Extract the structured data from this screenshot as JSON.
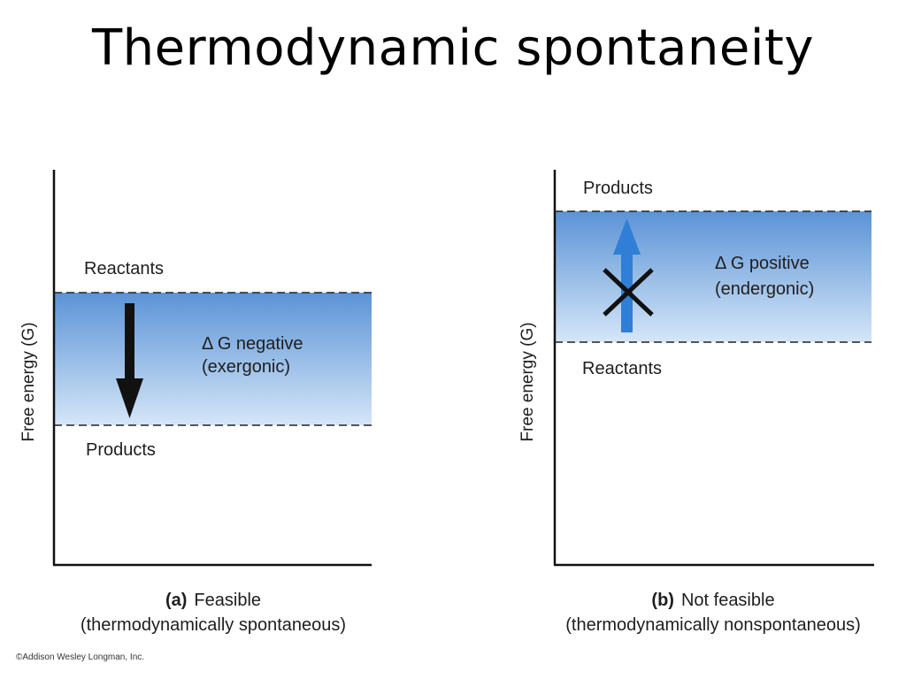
{
  "title": "Thermodynamic spontaneity",
  "colors": {
    "band_top": "#5b93d6",
    "band_bottom": "#d5e6f7",
    "arrow_feasible": "#111111",
    "arrow_not_feasible": "#2f7fd6",
    "cross": "#111111"
  },
  "panel_a": {
    "y_axis_label": "Free energy (G)",
    "upper_level_label": "Reactants",
    "lower_level_label": "Products",
    "delta_line1": "Δ G negative",
    "delta_line2": "(exergonic)",
    "caption_letter": "(a)",
    "caption_word": "Feasible",
    "caption_line2": "(thermodynamically spontaneous)",
    "arrow_direction": "down"
  },
  "panel_b": {
    "y_axis_label": "Free energy (G)",
    "upper_level_label": "Products",
    "lower_level_label": "Reactants",
    "delta_line1": "Δ G positive",
    "delta_line2": "(endergonic)",
    "caption_letter": "(b)",
    "caption_word": "Not feasible",
    "caption_line2": "(thermodynamically nonspontaneous)",
    "arrow_direction": "up",
    "arrow_crossed_out": true
  },
  "copyright": "©Addison Wesley Longman, Inc."
}
